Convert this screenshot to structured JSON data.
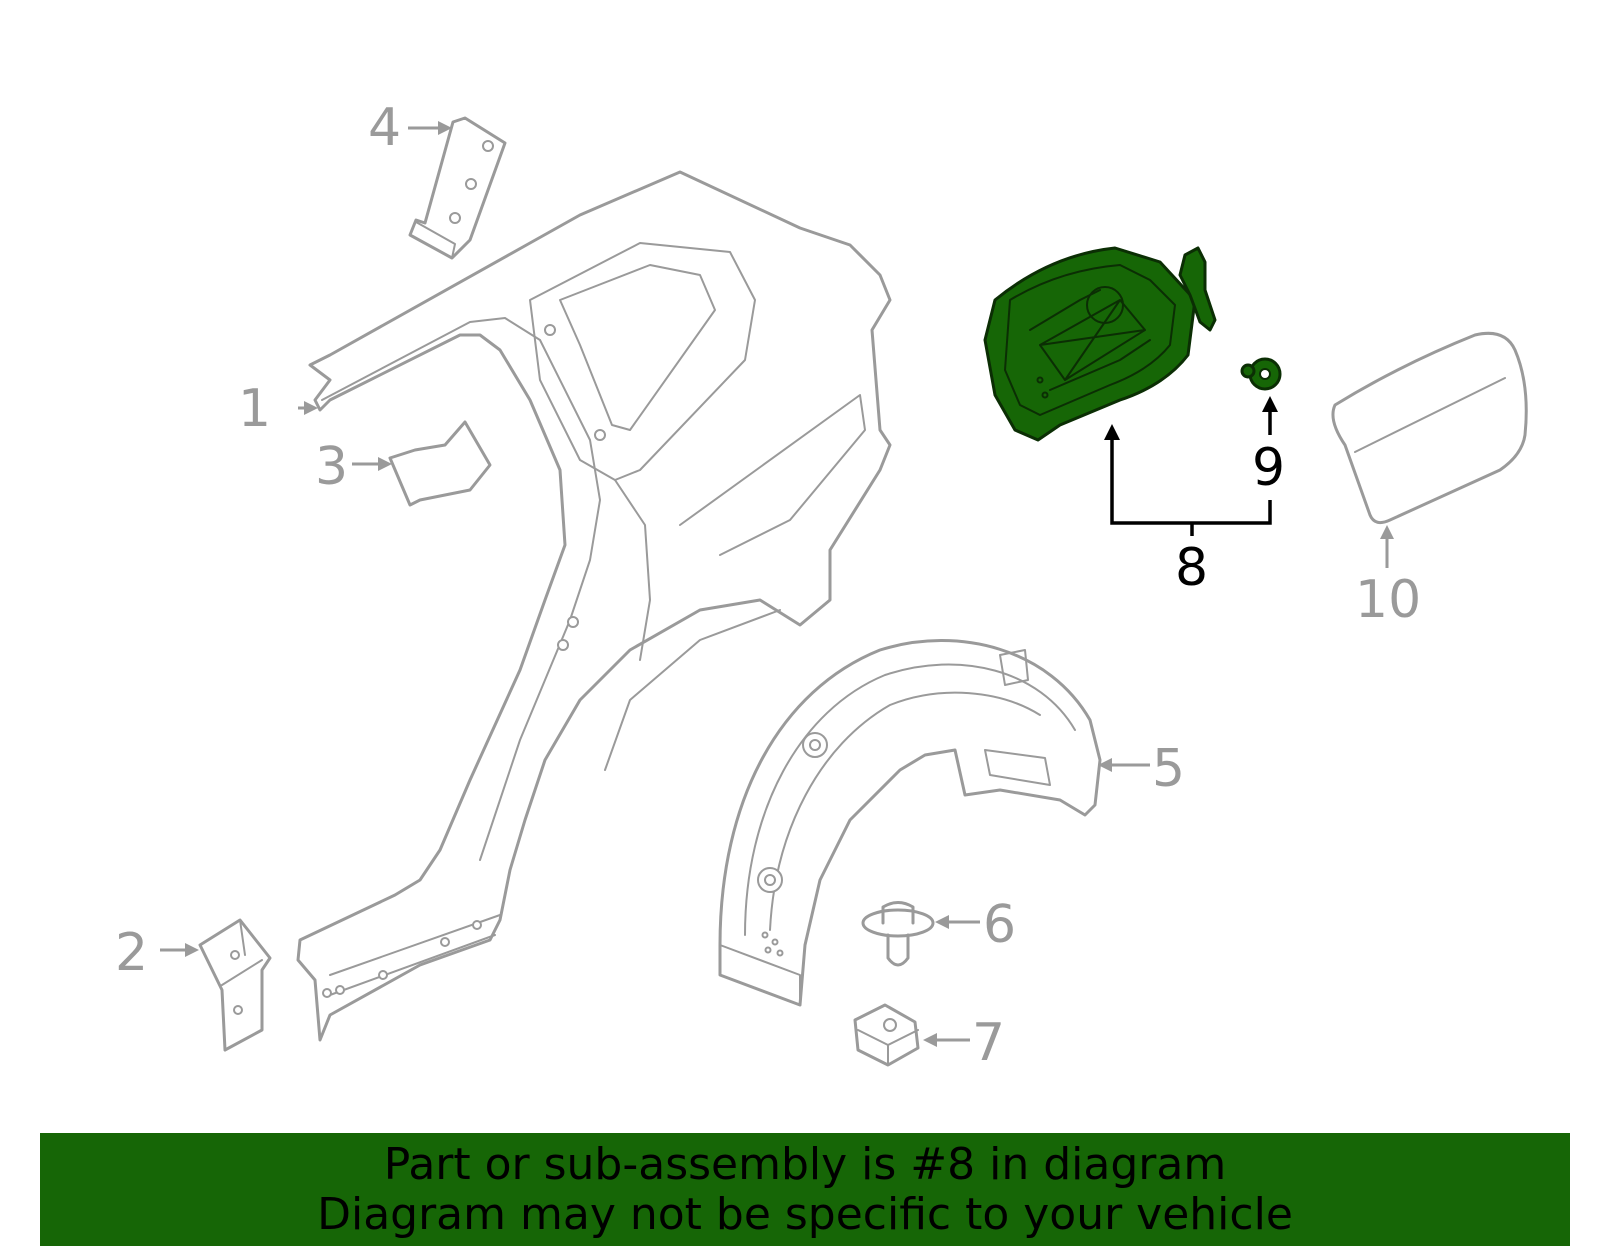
{
  "diagram": {
    "callouts": [
      {
        "label": "1",
        "highlighted": false
      },
      {
        "label": "2",
        "highlighted": false
      },
      {
        "label": "3",
        "highlighted": false
      },
      {
        "label": "4",
        "highlighted": false
      },
      {
        "label": "5",
        "highlighted": false
      },
      {
        "label": "6",
        "highlighted": false
      },
      {
        "label": "7",
        "highlighted": false
      },
      {
        "label": "8",
        "highlighted": true
      },
      {
        "label": "9",
        "highlighted": true
      },
      {
        "label": "10",
        "highlighted": false
      }
    ]
  },
  "banner": {
    "line1": "Part or sub-assembly is #8 in diagram",
    "line2": "Diagram may not be specific to your vehicle"
  },
  "colors": {
    "highlight": "#166606",
    "part_outline": "#9a9a9a",
    "text": "#000000",
    "background": "#ffffff"
  }
}
